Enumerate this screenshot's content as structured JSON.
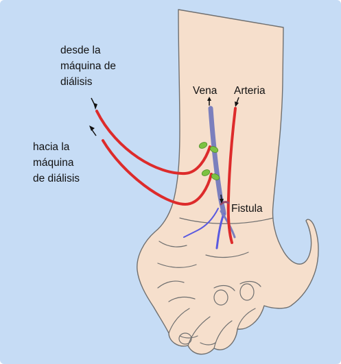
{
  "labels": {
    "from_machine": "desde la\nmáquina de\ndiálisis",
    "to_machine": "hacia la\nmáquina\nde diálisis",
    "vein": "Vena",
    "artery": "Arteria",
    "fistula": "Fistula"
  },
  "colors": {
    "background": "#c6dcf5",
    "skin": "#f6dfcc",
    "skin_outline": "#6f6f6f",
    "artery": "#dd2b2b",
    "vein": "#7b7fbd",
    "vein_branch": "#5a5ae0",
    "needle_clip": "#7cc242"
  }
}
